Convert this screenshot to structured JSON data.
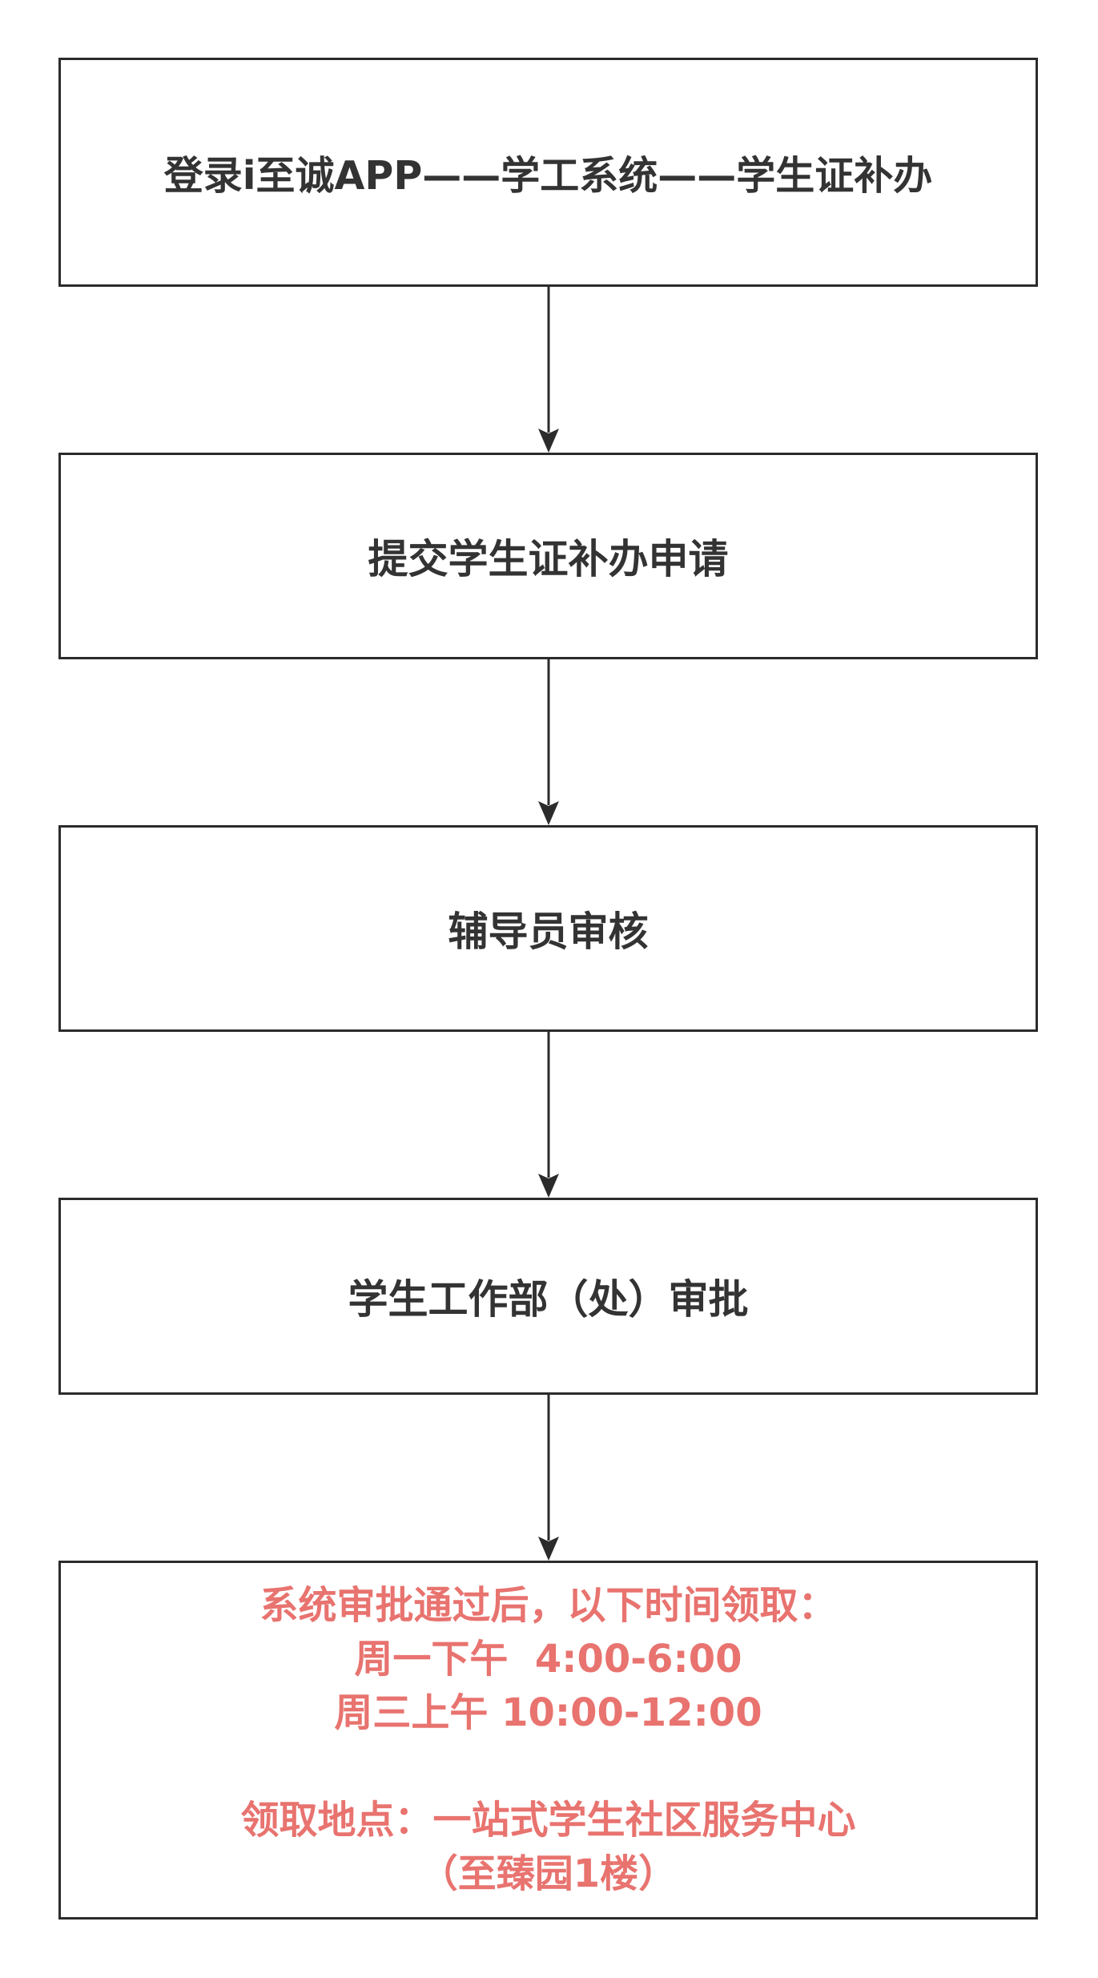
{
  "diagram": {
    "type": "flowchart",
    "colors": {
      "border": "#2b2b2b",
      "text": "#333333",
      "highlight": "#e8736f",
      "background": "#ffffff"
    },
    "steps": [
      {
        "label": "登录i至诚APP——学工系统——学生证补办"
      },
      {
        "label": "提交学生证补办申请"
      },
      {
        "label": "辅导员审核"
      },
      {
        "label": "学生工作部（处）审批"
      }
    ],
    "final_step": {
      "lines": [
        "系统审批通过后，以下时间领取：",
        "周一下午  4:00-6:00",
        "周三上午 10:00-12:00",
        "领取地点：一站式学生社区服务中心",
        "（至臻园1楼）"
      ]
    },
    "connections": [
      {
        "from": "steps.0",
        "to": "steps.1"
      },
      {
        "from": "steps.1",
        "to": "steps.2"
      },
      {
        "from": "steps.2",
        "to": "steps.3"
      },
      {
        "from": "steps.3",
        "to": "final_step"
      }
    ]
  }
}
